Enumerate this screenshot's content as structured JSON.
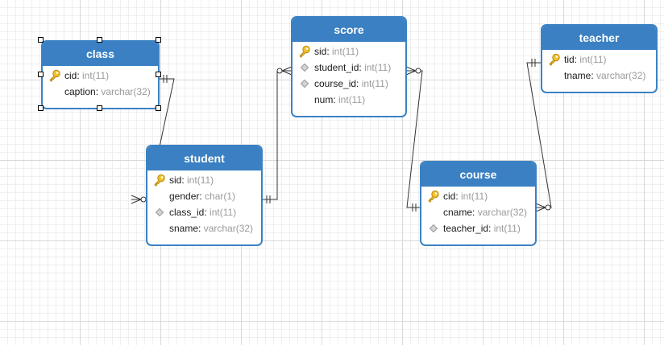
{
  "colors": {
    "header": "#3a80c2",
    "border": "#3b82c4",
    "connector": "#333333",
    "key": "#e8b21a"
  },
  "tables": {
    "class": {
      "name": "class",
      "fields": [
        {
          "name": "cid",
          "type": "int(11)",
          "icon": "primary-key-icon"
        },
        {
          "name": "caption",
          "type": "varchar(32)",
          "icon": ""
        }
      ]
    },
    "score": {
      "name": "score",
      "fields": [
        {
          "name": "sid",
          "type": "int(11)",
          "icon": "primary-key-icon"
        },
        {
          "name": "student_id",
          "type": "int(11)",
          "icon": "foreign-key-icon"
        },
        {
          "name": "course_id",
          "type": "int(11)",
          "icon": "foreign-key-icon"
        },
        {
          "name": "num",
          "type": "int(11)",
          "icon": ""
        }
      ]
    },
    "teacher": {
      "name": "teacher",
      "fields": [
        {
          "name": "tid",
          "type": "int(11)",
          "icon": "primary-key-icon"
        },
        {
          "name": "tname",
          "type": "varchar(32)",
          "icon": ""
        }
      ]
    },
    "student": {
      "name": "student",
      "fields": [
        {
          "name": "sid",
          "type": "int(11)",
          "icon": "primary-key-icon"
        },
        {
          "name": "gender",
          "type": "char(1)",
          "icon": ""
        },
        {
          "name": "class_id",
          "type": "int(11)",
          "icon": "foreign-key-icon"
        },
        {
          "name": "sname",
          "type": "varchar(32)",
          "icon": ""
        }
      ]
    },
    "course": {
      "name": "course",
      "fields": [
        {
          "name": "cid",
          "type": "int(11)",
          "icon": "primary-key-icon"
        },
        {
          "name": "cname",
          "type": "varchar(32)",
          "icon": ""
        },
        {
          "name": "teacher_id",
          "type": "int(11)",
          "icon": "foreign-key-icon"
        }
      ]
    }
  }
}
